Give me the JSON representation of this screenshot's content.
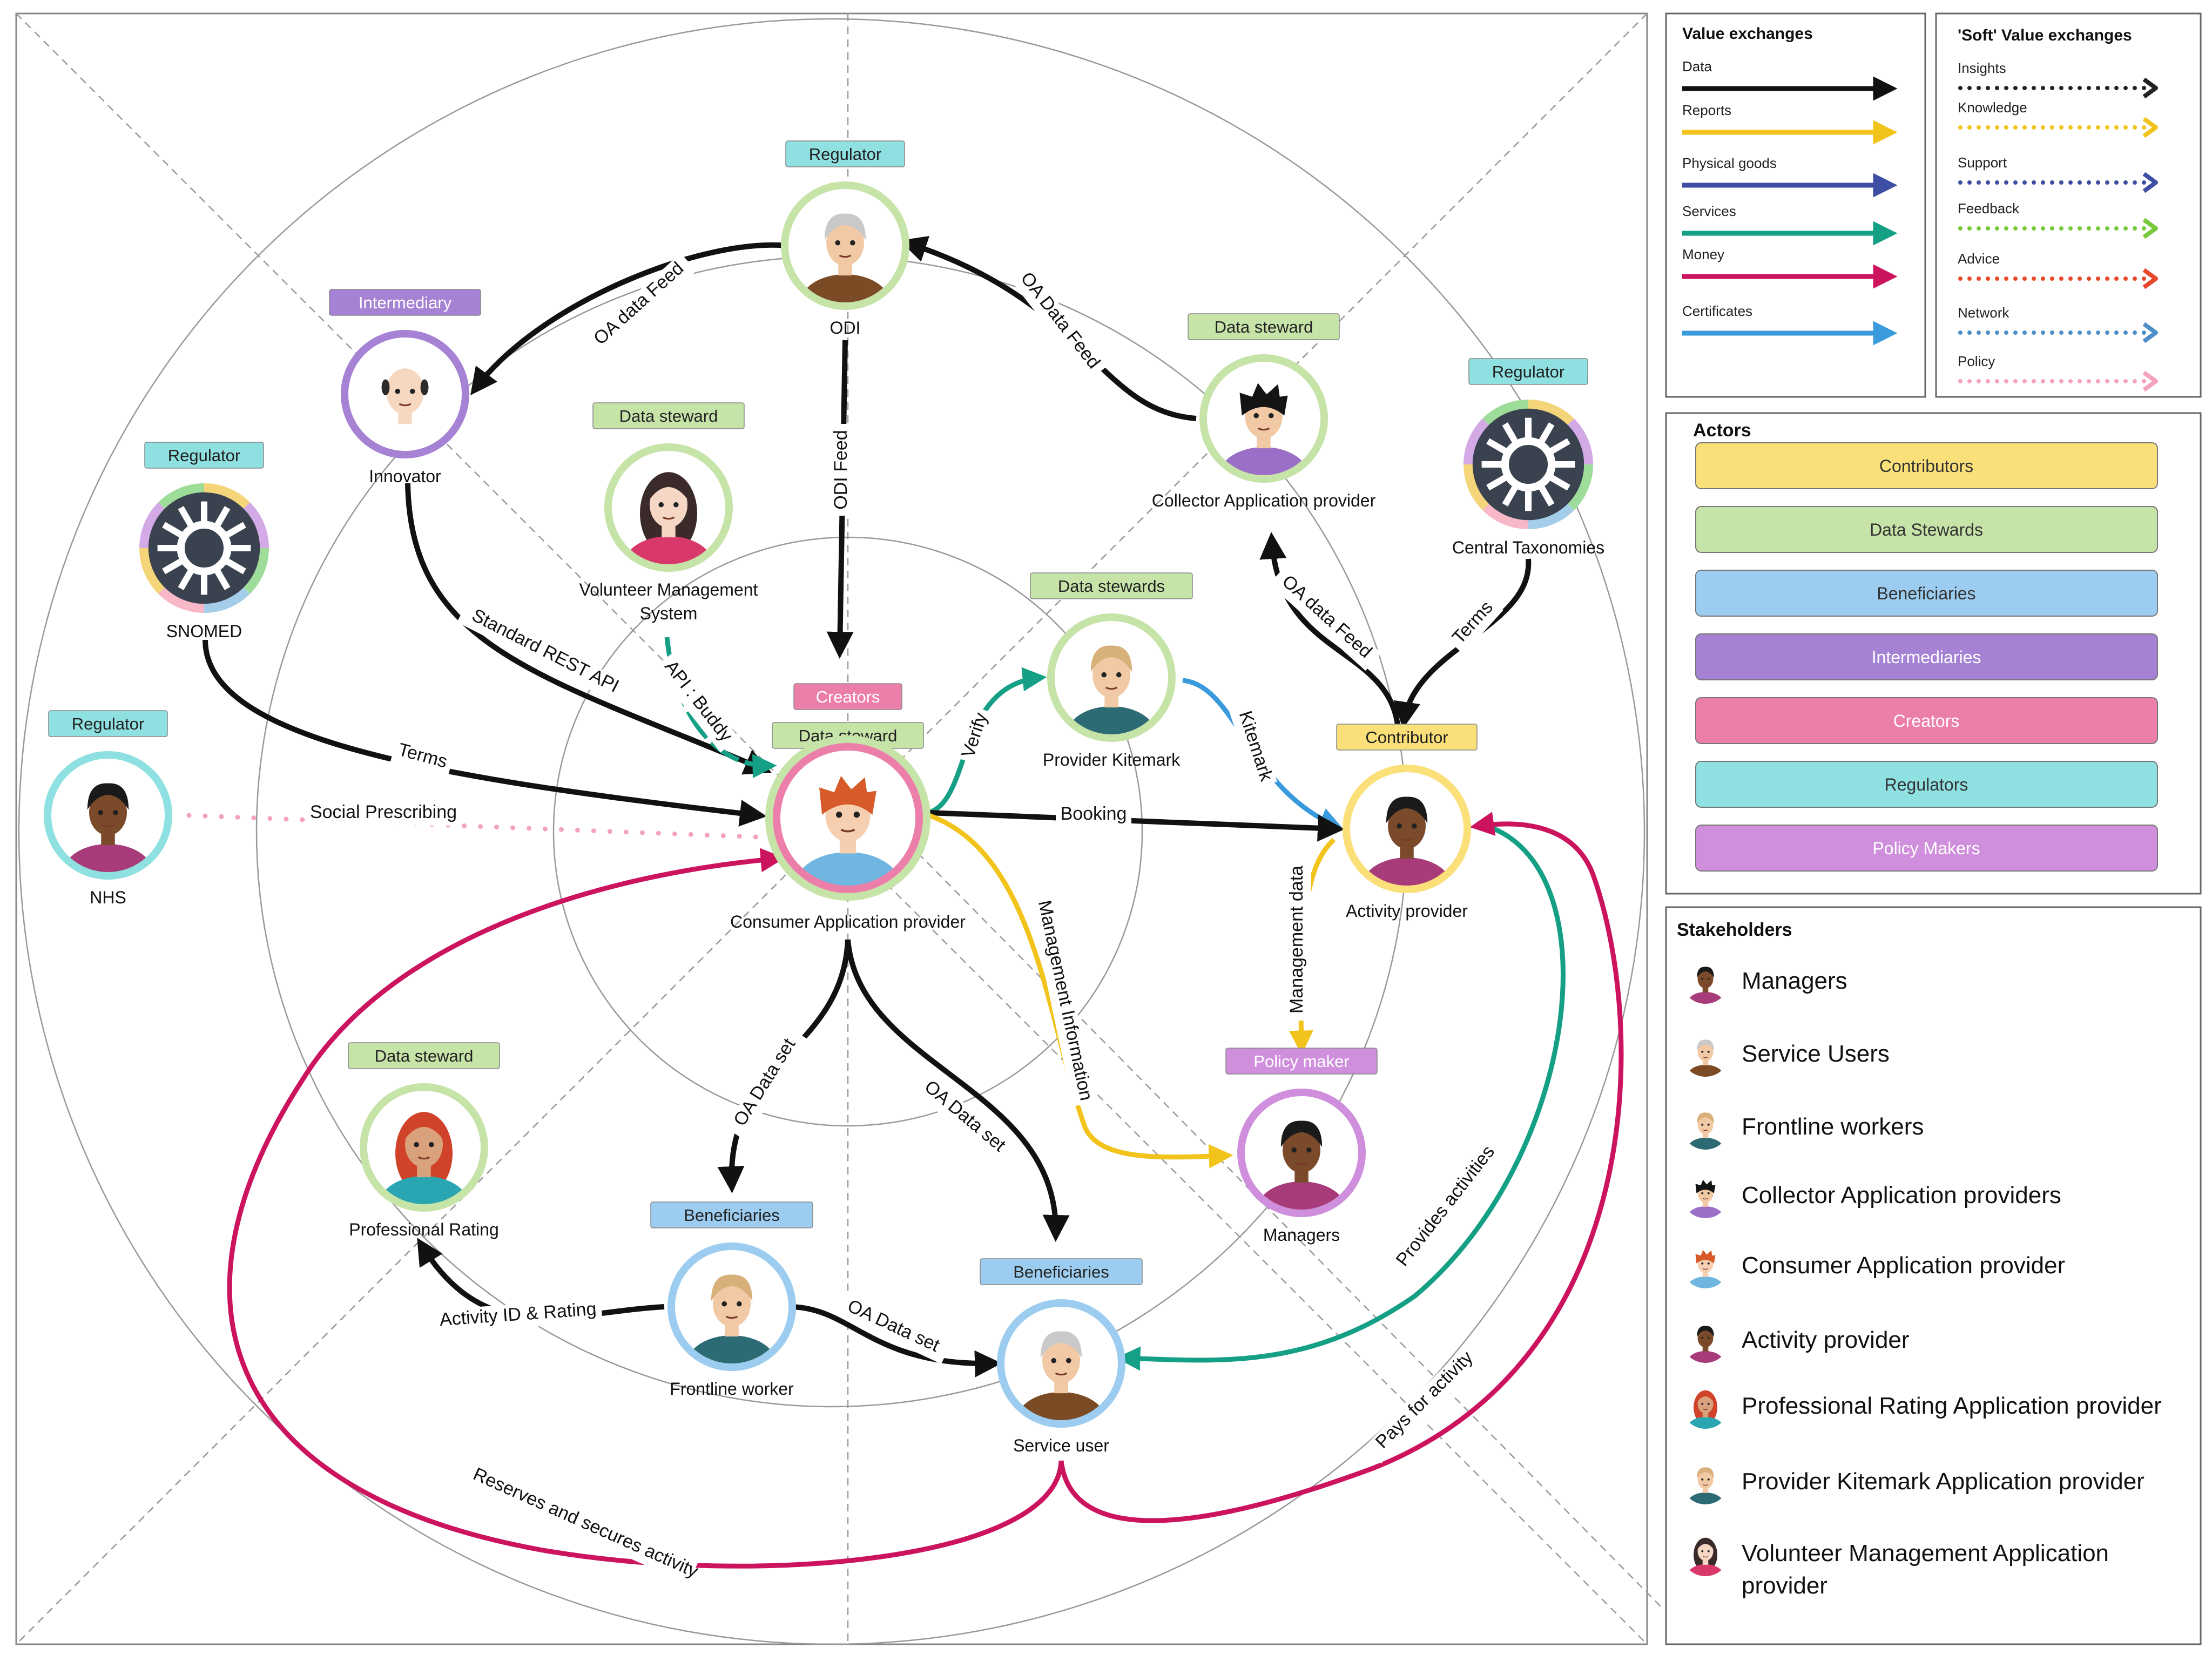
{
  "colors": {
    "data": "#111111",
    "reports": "#f2c31b",
    "physical_goods": "#3d4ea3",
    "services": "#15a085",
    "money": "#cc145e",
    "certificates": "#3a9bdc",
    "insights": "#222222",
    "knowledge": "#f2c31b",
    "support": "#3d4ea3",
    "feedback": "#79c93a",
    "advice": "#e8492c",
    "network": "#4f8fc9",
    "policy": "#f4a3bd",
    "contributors": "#fbe07a",
    "data_stewards": "#c6e3a8",
    "beneficiaries": "#9ccdf0",
    "intermediaries": "#a682d4",
    "creators": "#ec7fa9",
    "regulators": "#8fe0e0",
    "policy_makers": "#cf8fdc"
  },
  "nodes": {
    "odi": {
      "name": "ODI",
      "role": "Regulator",
      "icon": "older-man-avatar"
    },
    "innovator": {
      "name": "Innovator",
      "role": "Intermediary",
      "icon": "bald-man-avatar"
    },
    "volunteer": {
      "name": "Volunteer Management\nSystem",
      "role": "Data steward",
      "icon": "woman-avatar"
    },
    "collector": {
      "name": "Collector Application provider",
      "role": "Data steward",
      "icon": "young-man-avatar"
    },
    "central": {
      "name": "Central Taxonomies",
      "role": "Regulator",
      "icon": "taxonomy-wheel-icon"
    },
    "snomed": {
      "name": "SNOMED",
      "role": "Regulator",
      "icon": "taxonomy-wheel-icon"
    },
    "nhs": {
      "name": "NHS",
      "role": "Regulator",
      "icon": "man-avatar"
    },
    "consumer": {
      "name": "Consumer Application provider",
      "roles": [
        "Creators",
        "Data steward"
      ],
      "icon": "red-hair-man-avatar"
    },
    "kitemark": {
      "name": "Provider Kitemark",
      "role": "Data stewards",
      "icon": "blond-man-avatar"
    },
    "activity": {
      "name": "Activity provider",
      "role": "Contributor",
      "icon": "man-avatar"
    },
    "rating": {
      "name": "Professional Rating",
      "role": "Data steward",
      "icon": "red-hair-woman-avatar"
    },
    "frontline": {
      "name": "Frontline worker",
      "role": "Beneficiaries",
      "icon": "blond-man-avatar"
    },
    "service_user": {
      "name": "Service user",
      "role": "Beneficiaries",
      "icon": "older-man-avatar"
    },
    "managers": {
      "name": "Managers",
      "role": "Policy maker",
      "icon": "man-avatar"
    }
  },
  "edge_labels": {
    "oa_data_feed_1": "OA data Feed",
    "oa_data_feed_2": "OA Data Feed",
    "odi_feed": "ODI Feed",
    "standard_rest_api": "Standard REST API",
    "api_buddy": "API : Buddy",
    "terms_1": "Terms",
    "terms_2": "Terms",
    "oa_data_feed_3": "OA data Feed",
    "social_prescribing": "Social Prescribing",
    "verify": "Verify",
    "kitemark": "Kitemark",
    "booking": "Booking",
    "management_information": "Management  Information",
    "management_data": "Management data",
    "oa_data_set_1": "OA Data set",
    "oa_data_set_2": "OA Data set",
    "oa_data_set_3": "OA Data set",
    "activity_id_rating": "Activity ID & Rating",
    "provides_activities": "Provides activities",
    "pays_for_activity": "Pays for activity",
    "reserves": "Reserves and secures activity"
  },
  "legend_value": {
    "title": "Value exchanges",
    "items": [
      {
        "label": "Data",
        "color": "#111111"
      },
      {
        "label": "Reports",
        "color": "#f2c31b"
      },
      {
        "label": "Physical goods",
        "color": "#3d4ea3"
      },
      {
        "label": "Services",
        "color": "#15a085"
      },
      {
        "label": "Money",
        "color": "#cc145e"
      },
      {
        "label": "Certificates",
        "color": "#3a9bdc"
      }
    ]
  },
  "legend_soft": {
    "title": "'Soft' Value exchanges",
    "items": [
      {
        "label": "Insights",
        "color": "#222222"
      },
      {
        "label": "Knowledge",
        "color": "#f2c31b"
      },
      {
        "label": "Support",
        "color": "#3d4ea3"
      },
      {
        "label": "Feedback",
        "color": "#79c93a"
      },
      {
        "label": "Advice",
        "color": "#e8492c"
      },
      {
        "label": "Network",
        "color": "#4f8fc9"
      },
      {
        "label": "Policy",
        "color": "#f4a3bd"
      }
    ]
  },
  "actors": {
    "title": "Actors",
    "items": [
      {
        "label": "Contributors",
        "color": "#fbe07a",
        "text_color": "#333333"
      },
      {
        "label": "Data Stewards",
        "color": "#c6e3a8",
        "text_color": "#333333"
      },
      {
        "label": "Beneficiaries",
        "color": "#9ccdf0",
        "text_color": "#333333"
      },
      {
        "label": "Intermediaries",
        "color": "#a682d4",
        "text_color": "#ffffff"
      },
      {
        "label": "Creators",
        "color": "#ec7fa9",
        "text_color": "#ffffff"
      },
      {
        "label": "Regulators",
        "color": "#8fe0e0",
        "text_color": "#333333"
      },
      {
        "label": "Policy Makers",
        "color": "#cf8fdc",
        "text_color": "#ffffff"
      }
    ]
  },
  "stakeholders": {
    "title": "Stakeholders",
    "items": [
      {
        "label": "Managers",
        "icon": "man-avatar"
      },
      {
        "label": "Service Users",
        "icon": "older-man-avatar"
      },
      {
        "label": "Frontline workers",
        "icon": "blond-man-avatar"
      },
      {
        "label": "Collector Application providers",
        "icon": "young-man-avatar"
      },
      {
        "label": "Consumer Application provider",
        "icon": "red-hair-man-avatar"
      },
      {
        "label": "Activity provider",
        "icon": "man-avatar"
      },
      {
        "label": "Professional Rating Application provider",
        "icon": "red-hair-woman-avatar"
      },
      {
        "label": "Provider Kitemark Application provider",
        "icon": "blond-man-avatar"
      },
      {
        "label": "Volunteer Management Application\nprovider",
        "icon": "woman-avatar"
      }
    ]
  }
}
